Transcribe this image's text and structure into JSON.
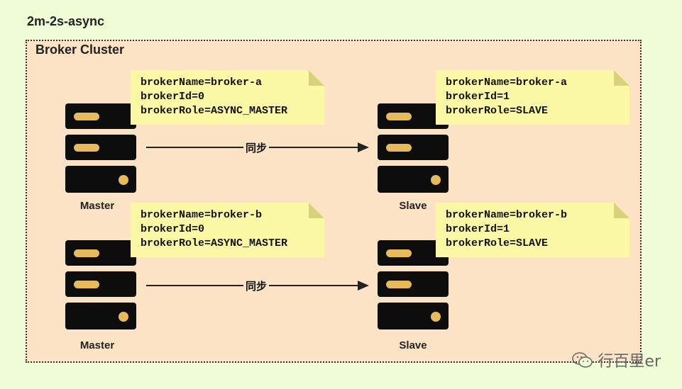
{
  "title": "2m-2s-async",
  "cluster_label": "Broker Cluster",
  "groups": [
    {
      "master": {
        "label": "Master",
        "lines": [
          "brokerName=broker-a",
          "brokerId=0",
          "brokerRole=ASYNC_MASTER"
        ]
      },
      "slave": {
        "label": "Slave",
        "lines": [
          "brokerName=broker-a",
          "brokerId=1",
          "brokerRole=SLAVE"
        ]
      },
      "arrow_label": "同步"
    },
    {
      "master": {
        "label": "Master",
        "lines": [
          "brokerName=broker-b",
          "brokerId=0",
          "brokerRole=ASYNC_MASTER"
        ]
      },
      "slave": {
        "label": "Slave",
        "lines": [
          "brokerName=broker-b",
          "brokerId=1",
          "brokerRole=SLAVE"
        ]
      },
      "arrow_label": "同步"
    }
  ],
  "watermark": "行百里er",
  "colors": {
    "background": "#f0fcd6",
    "cluster_fill": "#fde3c6",
    "note_fill": "#fbf8a6",
    "server": "#0d0d0d",
    "server_accent": "#e8bb5a"
  }
}
